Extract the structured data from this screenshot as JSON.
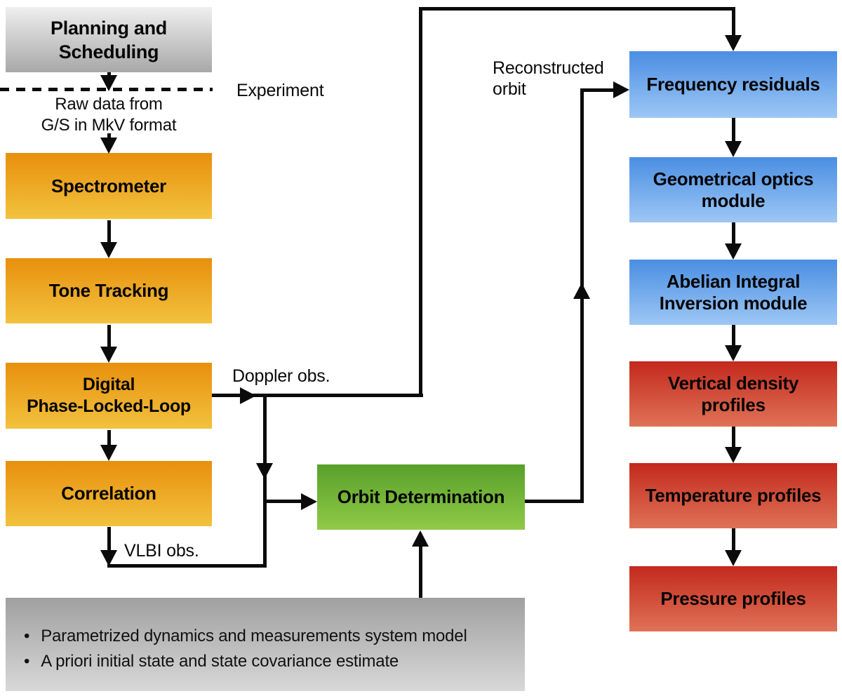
{
  "colors": {
    "background": "#FFFFFF",
    "arrow": "#0B0B0B",
    "text": "#050505",
    "orange_top": "#E8900D",
    "orange_bottom": "#F2C23E",
    "green_top": "#58A02A",
    "green_bottom": "#90CA47",
    "blue_top": "#4A8EE2",
    "blue_bottom": "#9DC7F5",
    "red_top": "#C3291D",
    "red_bottom": "#DF7257",
    "planning_gray_top": "#EFEFEF",
    "planning_gray_bottom": "#A8A8A8",
    "model_gray_top": "#A0A0A0",
    "model_gray_bottom": "#D8D8D8"
  },
  "nodes": {
    "planning": "Planning and\nScheduling",
    "spectrometer": "Spectrometer",
    "tone_tracking": "Tone Tracking",
    "dpll": "Digital\nPhase-Locked-Loop",
    "correlation": "Correlation",
    "orbit_determination": "Orbit Determination",
    "frequency_residuals": "Frequency residuals",
    "geometrical_optics": "Geometrical optics\nmodule",
    "abelian_inversion": "Abelian Integral\nInversion module",
    "vertical_density": "Vertical density\nprofiles",
    "temperature_profiles": "Temperature profiles",
    "pressure_profiles": "Pressure profiles"
  },
  "labels": {
    "experiment": "Experiment",
    "raw_data": "Raw data from\nG/S in MkV format",
    "doppler": "Doppler obs.",
    "vlbi": "VLBI obs.",
    "reconstructed_orbit": "Reconstructed\norbit"
  },
  "model_box": {
    "bullets": [
      "Parametrized dynamics and measurements system model",
      "A priori initial state and state covariance estimate"
    ]
  }
}
